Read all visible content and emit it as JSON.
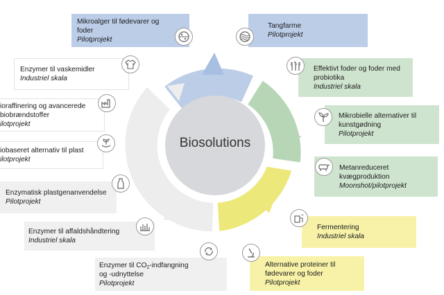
{
  "center": {
    "title": "Biosolutions"
  },
  "colors": {
    "blue": "#bccde8",
    "green": "#cfe4cf",
    "yellow": "#f7f2a8",
    "grey": "#f0f0f0"
  },
  "items": [
    {
      "title": "Mikroalger til fødevarer og\nfoder",
      "status": "Pilotprojekt",
      "icon": "microalgae-icon"
    },
    {
      "title": "Tangfarme",
      "status": "Pilotprojekt",
      "icon": "seaweed-farm-icon"
    },
    {
      "title": "Effektivt foder og foder med\nprobiotika",
      "status": "Industriel skala",
      "icon": "grain-icon"
    },
    {
      "title": "Mikrobielle alternativer til\nkunstgødning",
      "status": "Pilotprojekt",
      "icon": "sprout-icon"
    },
    {
      "title": "Metanreduceret\nkvægproduktion",
      "status": "Moonshot/pilotprojekt",
      "icon": "cow-icon"
    },
    {
      "title": "Fermentering",
      "status": "Industriel skala",
      "icon": "fermentation-tank-icon"
    },
    {
      "title": "Alternative proteiner til\nfødevarer og foder",
      "status": "Pilotprojekt",
      "icon": "microscope-icon"
    },
    {
      "title_pre": "Enzymer til CO",
      "title_sub": "2",
      "title_post": "-indfangning\nog -udnyttelse",
      "status": "Pilotprojekt",
      "icon": "co2-cycle-icon"
    },
    {
      "title": "Enzymer til affaldshåndtering",
      "status": "Industriel skala",
      "icon": "waste-icon"
    },
    {
      "title": "Enzymatisk plastgenanvendelse",
      "status": "Pilotprojekt",
      "icon": "bottle-icon"
    },
    {
      "title": "iobaseret alternativ til plast",
      "status": "ilotprojekt",
      "icon": "plant-in-hand-icon"
    },
    {
      "title": "ioraffinering og avancerede\nbiobrændstoffer",
      "status": "ilotprojekt",
      "icon": "biorefinery-icon"
    },
    {
      "title": "Enzymer til vaskemidler",
      "status": "Industriel skala",
      "icon": "tshirt-icon"
    }
  ]
}
